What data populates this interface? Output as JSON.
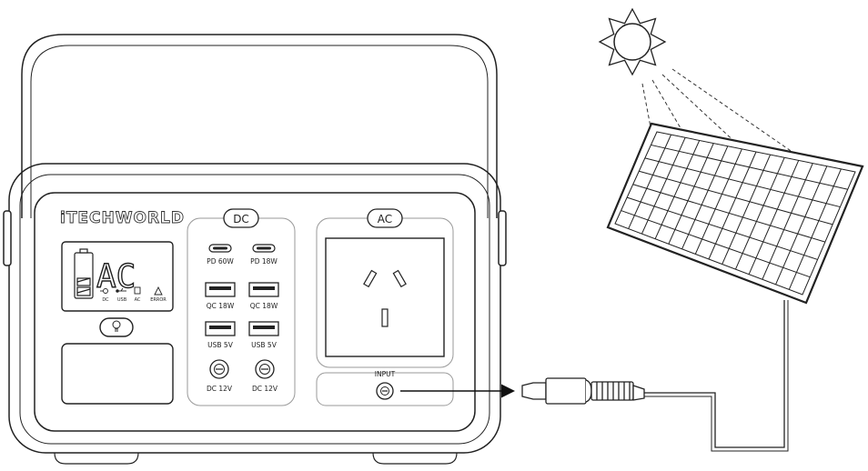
{
  "brand": "iTECHWORLD",
  "display": {
    "text": "AC",
    "indicators": [
      "DC",
      "USB",
      "AC",
      "ERROR"
    ],
    "indicator_icons": [
      "dc-plug-icon",
      "usb-icon",
      "ac-icon",
      "warning-icon"
    ],
    "battery_icon": "battery-icon"
  },
  "light_button_icon": "lightbulb-icon",
  "dc_section": {
    "label": "DC",
    "ports": {
      "pd60": "PD 60W",
      "pd18": "PD 18W",
      "qc18_left": "QC 18W",
      "qc18_right": "QC 18W",
      "usb5_left": "USB 5V",
      "usb5_right": "USB 5V",
      "dc12_left": "DC 12V",
      "dc12_right": "DC 12V"
    }
  },
  "ac_section": {
    "label": "AC",
    "outlet_icon": "au-power-outlet-icon"
  },
  "input_label": "INPUT",
  "solar": {
    "sun_icon": "sun-icon",
    "panel_icon": "solar-panel-icon",
    "connector_icon": "dc-barrel-plug-icon"
  }
}
